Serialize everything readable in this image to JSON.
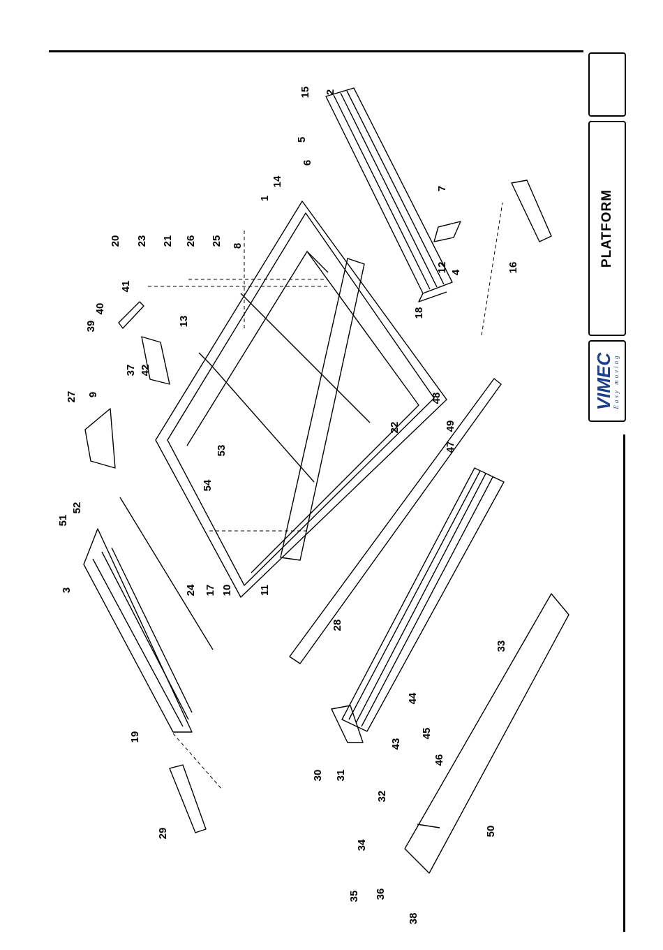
{
  "header": {
    "title": "PLATFORM"
  },
  "logo": {
    "brand": "VIMEC",
    "tagline": "Easy moving"
  },
  "callouts": [
    "1",
    "2",
    "3",
    "4",
    "5",
    "6",
    "7",
    "8",
    "9",
    "10",
    "11",
    "12",
    "13",
    "14",
    "15",
    "16",
    "17",
    "18",
    "19",
    "20",
    "21",
    "22",
    "23",
    "24",
    "25",
    "26",
    "27",
    "28",
    "29",
    "30",
    "31",
    "32",
    "33",
    "34",
    "35",
    "36",
    "37",
    "38",
    "39",
    "40",
    "41",
    "42",
    "43",
    "44",
    "45",
    "46",
    "47",
    "48",
    "49",
    "50",
    "51",
    "52",
    "53",
    "54"
  ]
}
